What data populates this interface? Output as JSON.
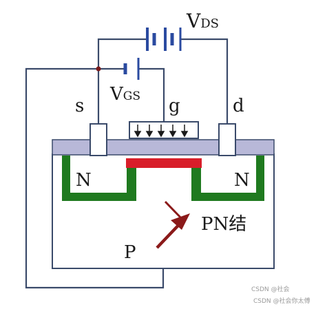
{
  "labels": {
    "vds_main": "V",
    "vds_sub": "DS",
    "vgs_main": "V",
    "vgs_sub": "GS",
    "source": "s",
    "gate": "g",
    "drain": "d",
    "n_left": "N",
    "n_right": "N",
    "pn_junction": "PN结",
    "p_substrate": "P"
  },
  "watermark": {
    "line1": "CSDN @社会",
    "line2": "CSDN @社会你太傅"
  },
  "colors": {
    "wire": "#3a4a6a",
    "oxide": "#b8b8d8",
    "n_region_outline": "#1f7a1f",
    "channel": "#d81e2a",
    "arrow": "#8b1a1a",
    "battery": "#2a4aa0"
  }
}
